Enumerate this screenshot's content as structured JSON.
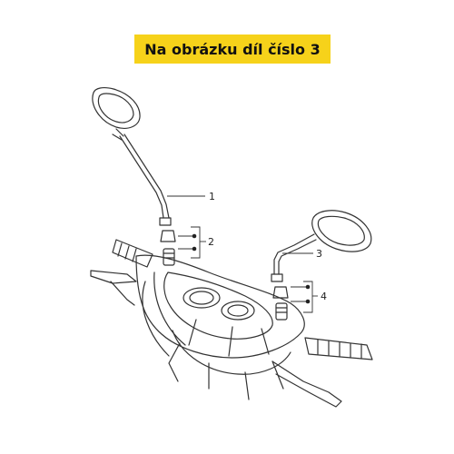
{
  "banner": {
    "text": "Na obrázku díl číslo 3",
    "color": "#f6d21a"
  },
  "callouts": [
    "1",
    "2",
    "3",
    "4"
  ],
  "icons": [
    "left-mirror-icon",
    "right-mirror-icon",
    "handlebar-assembly-icon"
  ]
}
